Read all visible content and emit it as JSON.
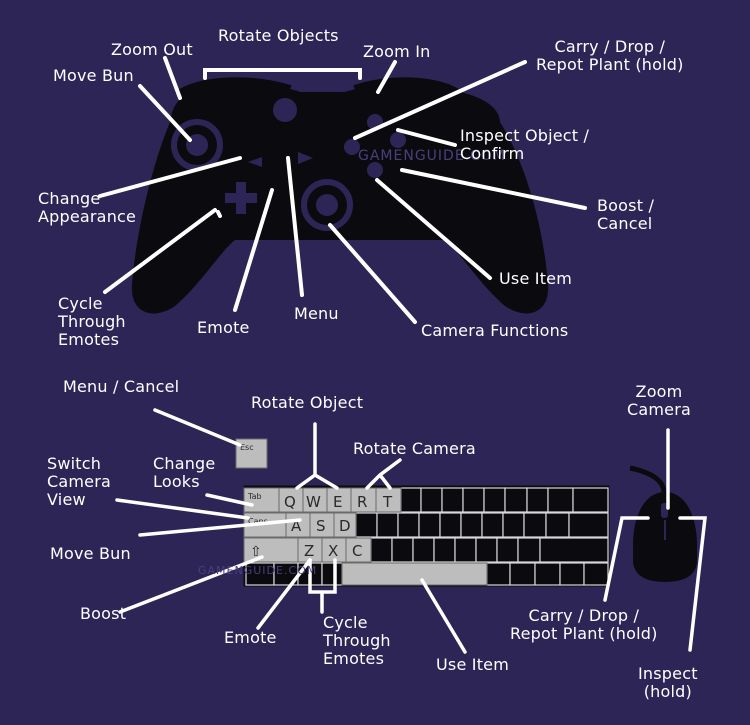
{
  "controller": {
    "watermark": "GAMENGUIDE.COM",
    "labels": {
      "rotate_objects": "Rotate Objects",
      "zoom_out": "Zoom Out",
      "zoom_in": "Zoom In",
      "move_bun": "Move Bun",
      "carry_drop": "Carry / Drop /\nRepot Plant (hold)",
      "inspect_object": "Inspect Object /\nConfirm",
      "change_appearance": "Change\nAppearance",
      "boost_cancel": "Boost /\nCancel",
      "use_item": "Use Item",
      "cycle_emotes": "Cycle\nThrough\nEmotes",
      "emote": "Emote",
      "menu": "Menu",
      "camera_functions": "Camera Functions"
    }
  },
  "keyboard": {
    "watermark": "GAMENGUIDE.COM",
    "keys": {
      "esc": "Esc",
      "tab": "Tab",
      "caps": "Caps",
      "shift": "⇧",
      "q": "Q",
      "w": "W",
      "e": "E",
      "r": "R",
      "t": "T",
      "a": "A",
      "s": "S",
      "d": "D",
      "z": "Z",
      "x": "X",
      "c": "C"
    },
    "labels": {
      "menu_cancel": "Menu / Cancel",
      "rotate_object": "Rotate Object",
      "rotate_camera": "Rotate Camera",
      "switch_camera_view": "Switch\nCamera\nView",
      "change_looks": "Change\nLooks",
      "move_bun": "Move Bun",
      "boost": "Boost",
      "emote": "Emote",
      "cycle_emotes": "Cycle\nThrough\nEmotes",
      "use_item": "Use Item"
    }
  },
  "mouse": {
    "labels": {
      "zoom_camera": "Zoom\nCamera",
      "carry_drop": "Carry / Drop /\nRepot Plant (hold)",
      "inspect_hold": "Inspect\n(hold)"
    }
  },
  "colors": {
    "background": "#2e2557",
    "device": "#0b0b0f",
    "highlight_key": "#bdbdbd",
    "lines": "#ffffff"
  }
}
